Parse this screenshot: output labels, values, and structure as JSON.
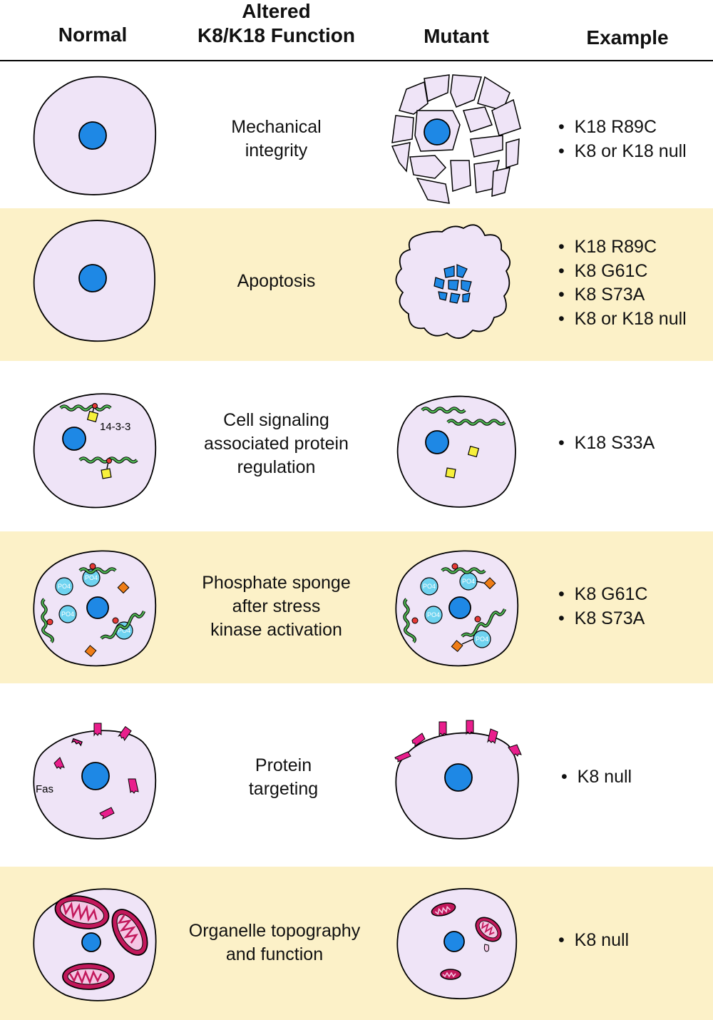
{
  "headers": {
    "normal": "Normal",
    "function_line1": "Altered",
    "function_line2": "K8/K18 Function",
    "mutant": "Mutant",
    "example": "Example"
  },
  "colors": {
    "cell_fill": "#efe4f7",
    "nucleus": "#1e88e5",
    "band": "#fcf1c8",
    "filament": "#2e7d32",
    "fas_receptor": "#e91e8c",
    "phosphate_bubble": "#6fd3f0",
    "kinase": "#ef7d16",
    "adapter_14_3_3": "#f7f03b"
  },
  "rows": [
    {
      "function_lines": [
        "Mechanical",
        "integrity"
      ],
      "examples": [
        "K18 R89C",
        "K8 or K18 null"
      ]
    },
    {
      "function_lines": [
        "Apoptosis"
      ],
      "examples": [
        "K18 R89C",
        "K8 G61C",
        "K8 S73A",
        "K8 or K18 null"
      ]
    },
    {
      "function_lines": [
        "Cell signaling",
        "associated protein",
        "regulation"
      ],
      "examples": [
        "K18 S33A"
      ],
      "normal_label": "14-3-3"
    },
    {
      "function_lines": [
        "Phosphate sponge",
        "after stress",
        "kinase activation"
      ],
      "examples": [
        "K8 G61C",
        "K8 S73A"
      ],
      "phosphate_label": "PO4"
    },
    {
      "function_lines": [
        "Protein",
        "targeting"
      ],
      "examples": [
        "K8 null"
      ],
      "normal_label": "Fas"
    },
    {
      "function_lines": [
        "Organelle topography",
        "and function"
      ],
      "examples": [
        "K8 null"
      ]
    }
  ]
}
